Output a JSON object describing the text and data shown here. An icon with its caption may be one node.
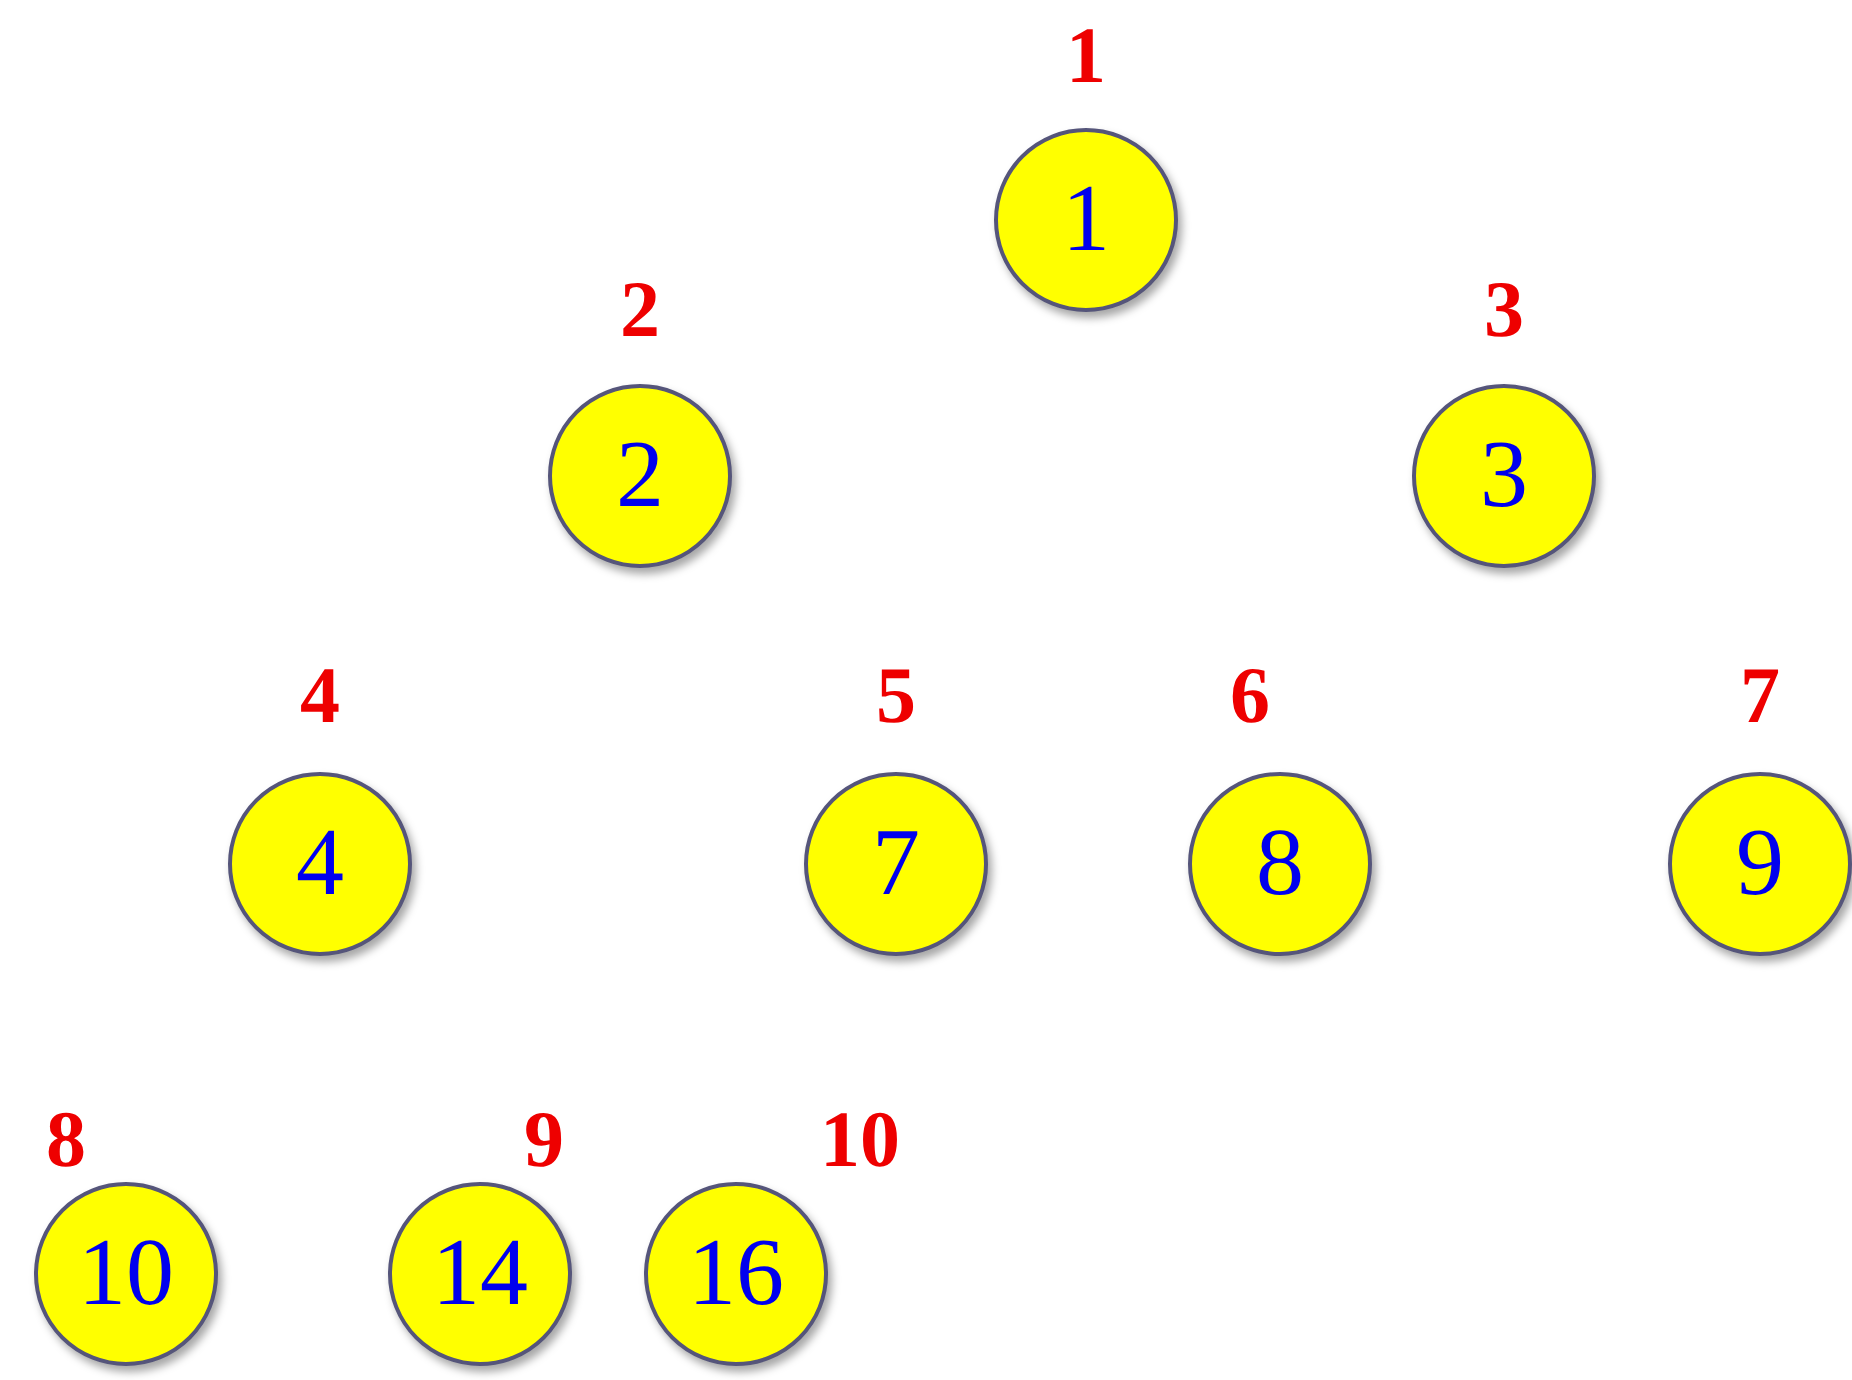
{
  "diagram": {
    "nodes": [
      {
        "text": [
          "1"
        ],
        "beside": [
          "1"
        ]
      },
      {
        "text": [
          "2"
        ],
        "beside": [
          "2"
        ]
      },
      {
        "text": [
          "3"
        ],
        "beside": [
          "3"
        ]
      },
      {
        "text": [
          "4"
        ],
        "beside": [
          "4"
        ]
      },
      {
        "text": [
          "7"
        ],
        "beside": [
          "5"
        ]
      },
      {
        "text": [
          "8"
        ],
        "beside": [
          "6"
        ]
      },
      {
        "text": [
          "9"
        ],
        "beside": [
          "7"
        ]
      },
      {
        "text": [
          "10"
        ],
        "beside": [
          "8"
        ]
      },
      {
        "text": [
          "14"
        ],
        "beside": [
          "9"
        ]
      },
      {
        "text": [
          "16"
        ],
        "beside": [
          "10"
        ]
      }
    ]
  }
}
